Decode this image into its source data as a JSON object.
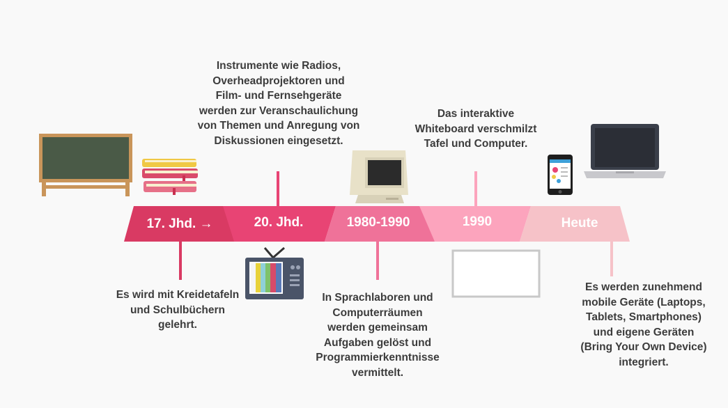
{
  "timeline": [
    {
      "label": "17. Jhd. →",
      "color": "#d93a63"
    },
    {
      "label": "20. Jhd.",
      "color": "#e84474"
    },
    {
      "label": "1980-1990",
      "color": "#ef7299"
    },
    {
      "label": "1990",
      "color": "#fca4bd"
    },
    {
      "label": "Heute",
      "color": "#f6c2c8"
    }
  ],
  "notes": {
    "n17": "Es wird mit Kreidetafeln\nund Schulbüchern\ngelehrt.",
    "n20": "Instrumente wie Radios,\nOverheadprojektoren und\nFilm- und Fernsehgeräte\nwerden zur Veranschaulichung\nvon Themen und Anregung von\nDiskussionen eingesetzt.",
    "n1980": "In Sprachlaboren und\nComputerräumen\nwerden gemeinsam\nAufgaben gelöst und\nProgrammierkenntnisse\nvermittelt.",
    "n1990": "Das interaktive\nWhiteboard verschmilzt\nTafel und Computer.",
    "heute": "Es werden zunehmend\nmobile Geräte (Laptops,\nTablets, Smartphones)\nund eigene Geräten\n(Bring Your Own Device)\nintegriert."
  },
  "colors": {
    "stem_17": "#d93a63",
    "stem_20": "#e84474",
    "stem_1980": "#ef7299",
    "stem_1990": "#fca4bd",
    "stem_heute": "#f6c2c8"
  }
}
